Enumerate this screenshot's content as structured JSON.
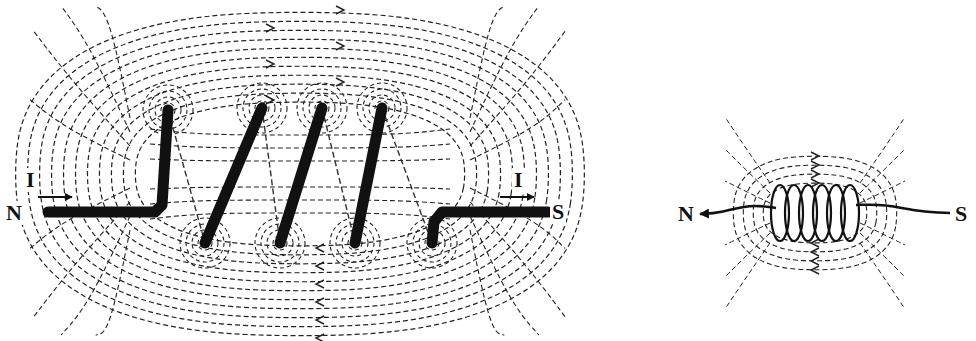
{
  "diagram": {
    "labels": [
      "I",
      "N",
      "I",
      "S",
      "N",
      "S"
    ]
  }
}
